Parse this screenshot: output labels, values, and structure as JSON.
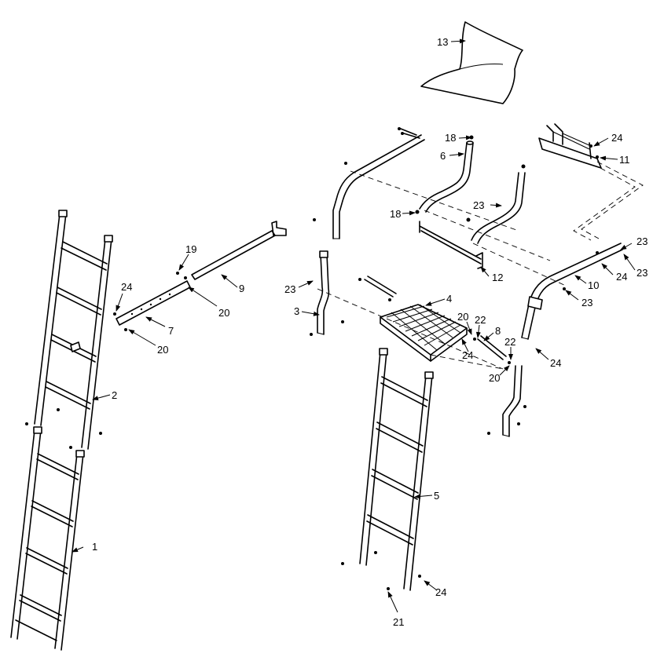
{
  "diagram": {
    "callouts": [
      {
        "id": "c1",
        "text": "1"
      },
      {
        "id": "c2",
        "text": "2"
      },
      {
        "id": "c3",
        "text": "3"
      },
      {
        "id": "c4",
        "text": "4"
      },
      {
        "id": "c5",
        "text": "5"
      },
      {
        "id": "c6",
        "text": "6"
      },
      {
        "id": "c7",
        "text": "7"
      },
      {
        "id": "c8",
        "text": "8"
      },
      {
        "id": "c9",
        "text": "9"
      },
      {
        "id": "c10",
        "text": "10"
      },
      {
        "id": "c11",
        "text": "11"
      },
      {
        "id": "c12",
        "text": "12"
      },
      {
        "id": "c13",
        "text": "13"
      },
      {
        "id": "c18a",
        "text": "18"
      },
      {
        "id": "c18b",
        "text": "18"
      },
      {
        "id": "c19",
        "text": "19"
      },
      {
        "id": "c20a",
        "text": "20"
      },
      {
        "id": "c20b",
        "text": "20"
      },
      {
        "id": "c20c",
        "text": "20"
      },
      {
        "id": "c20d",
        "text": "20"
      },
      {
        "id": "c21",
        "text": "21"
      },
      {
        "id": "c22a",
        "text": "22"
      },
      {
        "id": "c22b",
        "text": "22"
      },
      {
        "id": "c23a",
        "text": "23"
      },
      {
        "id": "c23b",
        "text": "23"
      },
      {
        "id": "c23c",
        "text": "23"
      },
      {
        "id": "c23d",
        "text": "23"
      },
      {
        "id": "c23e",
        "text": "23"
      },
      {
        "id": "c24a",
        "text": "24"
      },
      {
        "id": "c24b",
        "text": "24"
      },
      {
        "id": "c24c",
        "text": "24"
      },
      {
        "id": "c24d",
        "text": "24"
      },
      {
        "id": "c24e",
        "text": "24"
      },
      {
        "id": "c24f",
        "text": "24"
      }
    ]
  }
}
